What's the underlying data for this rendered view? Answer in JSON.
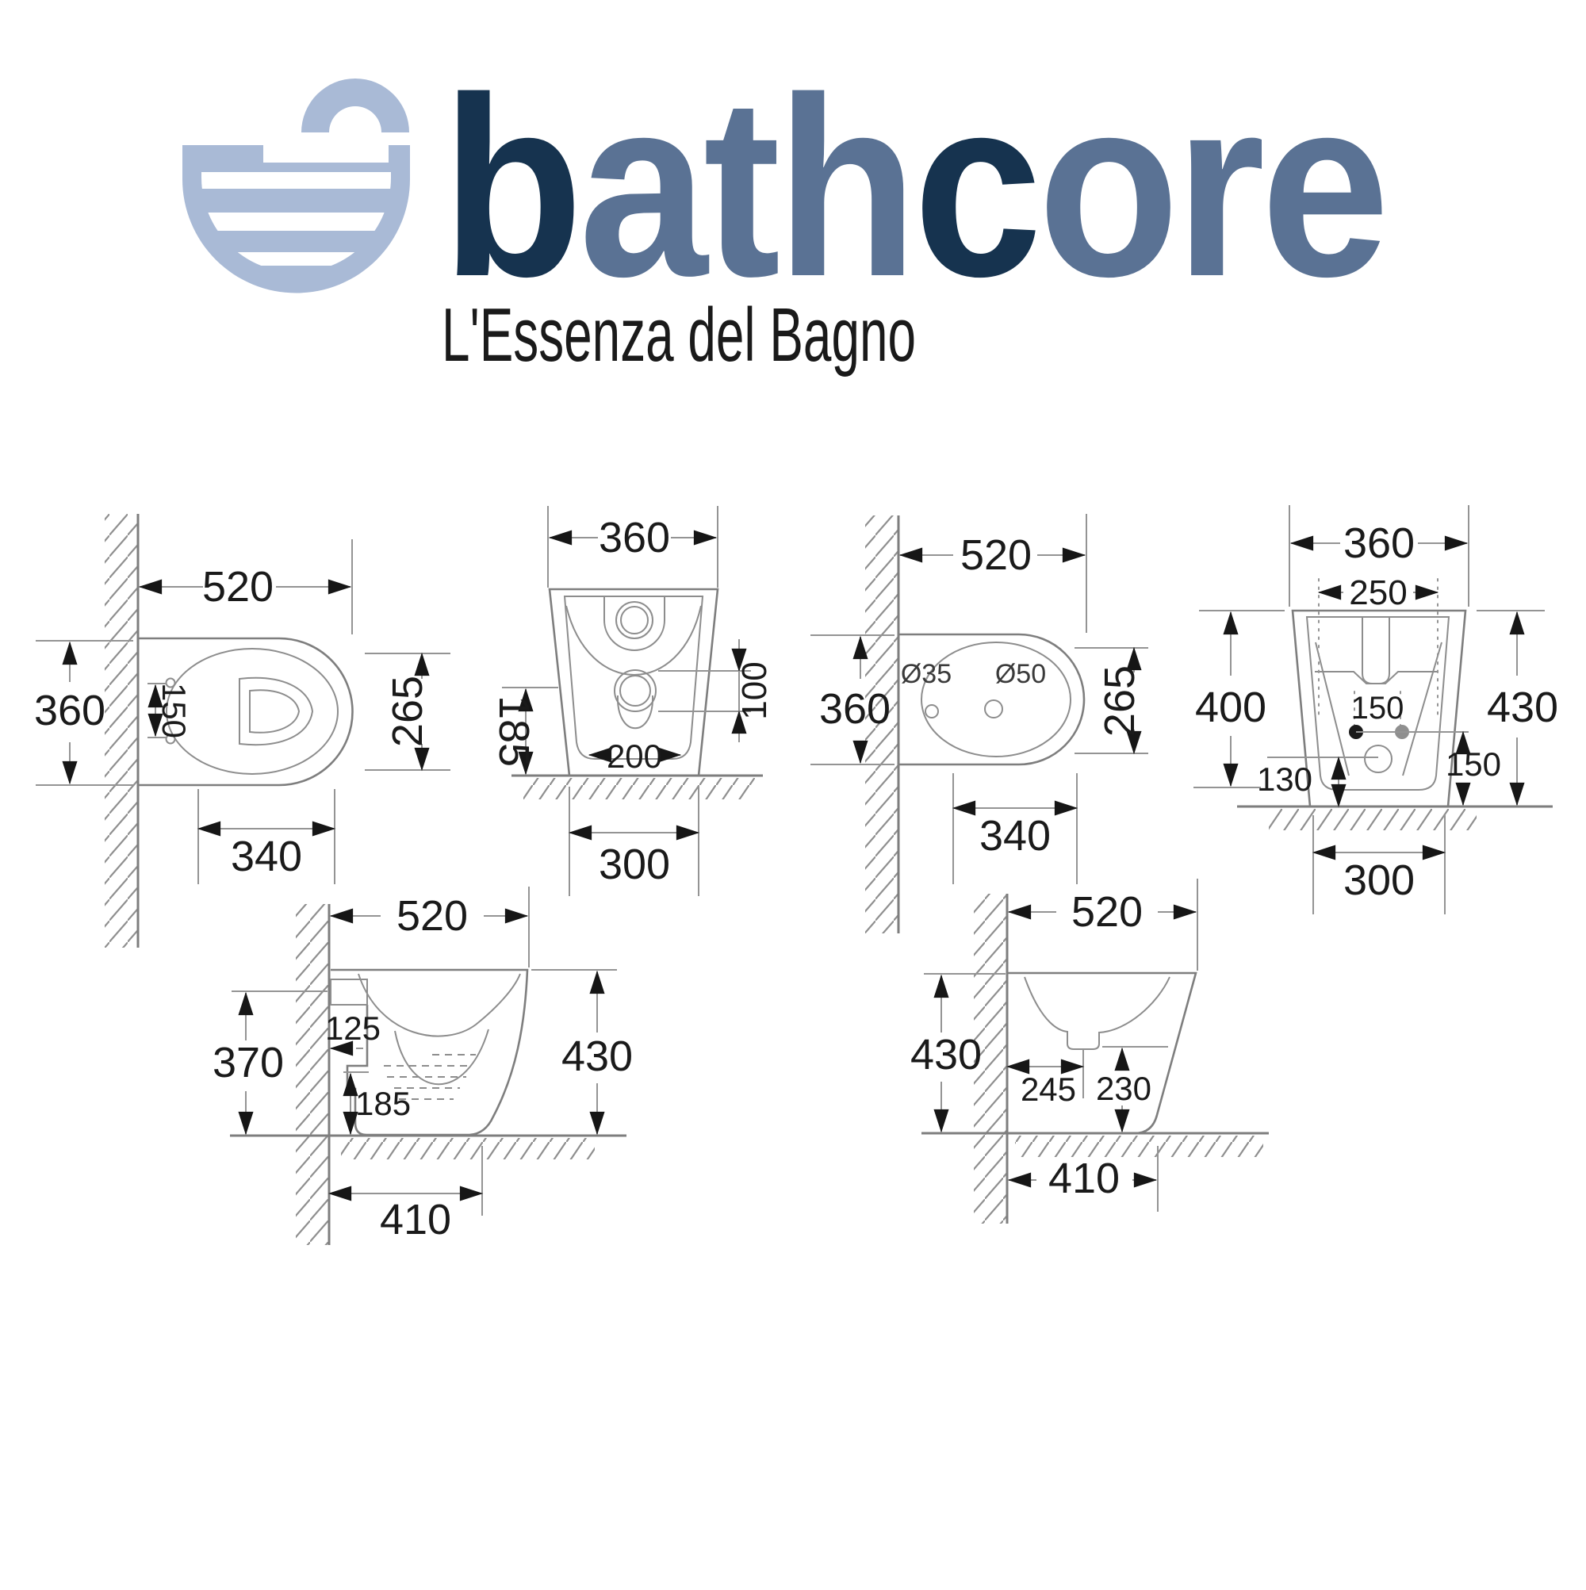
{
  "brand": {
    "segments": [
      {
        "text": "b"
      },
      {
        "text": "ath"
      },
      {
        "text": "c"
      },
      {
        "text": "ore"
      }
    ],
    "tagline": "L'Essenza del Bagno"
  },
  "colors": {
    "brand_dark": "#16334f",
    "brand_slate": "#5a7294",
    "icon_blue": "#a9bad6",
    "line_gray": "#8d8d8d",
    "dim_text": "#1a1a1a"
  },
  "views": {
    "toilet_top": {
      "width": "520",
      "depth": "360",
      "holes": "150",
      "bowl_depth": "265",
      "bowl_length": "340"
    },
    "toilet_back": {
      "width": "360",
      "outlet_height": "185",
      "outlet_size": "100",
      "outlet_width": "200",
      "base_width": "300"
    },
    "bidet_top": {
      "width": "520",
      "depth": "360",
      "tap_hole": "Ø35",
      "drain_hole": "Ø50",
      "bowl_depth": "265",
      "bowl_length": "340"
    },
    "bidet_back": {
      "width": "360",
      "rim_width": "250",
      "back_height": "400",
      "height": "430",
      "hole_spacing": "150",
      "fixing_height": "150",
      "drain_height": "130",
      "base_width": "300"
    },
    "toilet_side": {
      "depth": "520",
      "inlet_height": "370",
      "inlet_offset": "125",
      "outlet_height": "185",
      "height": "430",
      "base_depth": "410"
    },
    "bidet_side": {
      "depth": "520",
      "height": "430",
      "drain_offset": "245",
      "drain_height": "230",
      "base_depth": "410"
    }
  }
}
